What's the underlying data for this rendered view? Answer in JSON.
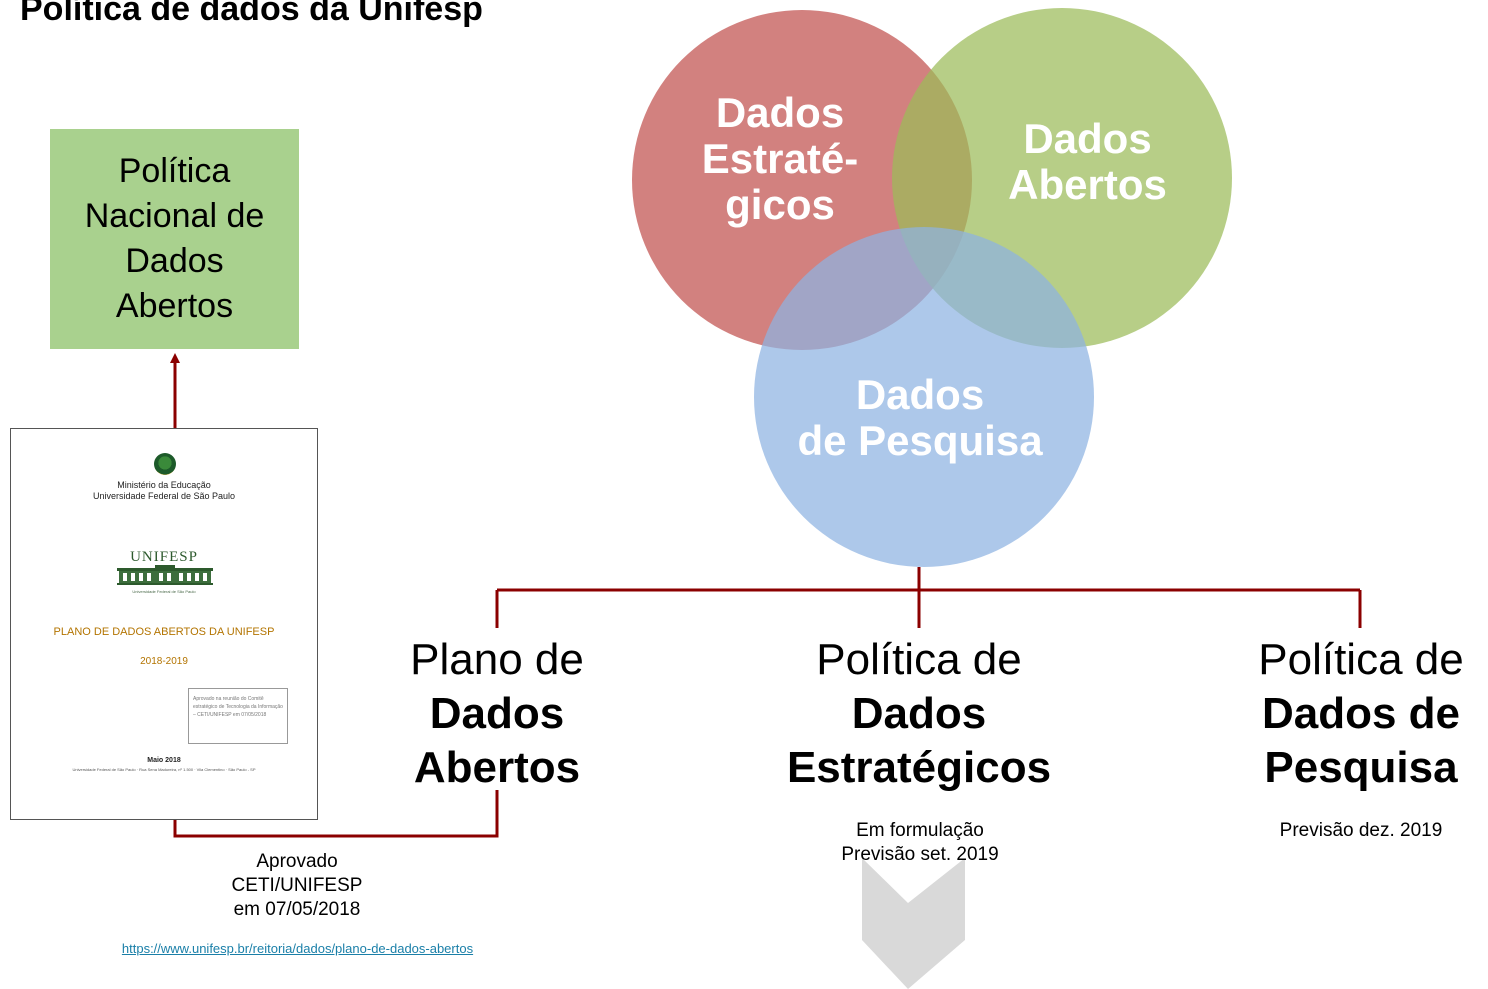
{
  "title": "Política de dados da Unifesp",
  "pnda_box": {
    "lines": [
      "Política",
      "Nacional de",
      "Dados",
      "Abertos"
    ]
  },
  "document": {
    "ministry_line1": "Ministério da Educação",
    "ministry_line2": "Universidade Federal de São Paulo",
    "logo_word": "UNIFESP",
    "logo_sub": "Universidade Federal de São Paulo",
    "plan_title": "PLANO DE DADOS ABERTOS DA UNIFESP",
    "years": "2018-2019",
    "approval_text": "Aprovado na reunião do Comitê estratégico de Tecnologia da Informação – CETI/UNIFESP em 07/05/2018",
    "month": "Maio 2018",
    "address": "Universidade Federal de São Paulo · Rua Sena Madureira, nº 1.500 · Vila Clementino · São Paulo - SP"
  },
  "venn": {
    "strategic": {
      "lines": [
        "Dados",
        "Estraté-",
        "gicos"
      ],
      "color": "#c0504d"
    },
    "open": {
      "lines": [
        "Dados",
        "Abertos"
      ],
      "color": "#9bbb59"
    },
    "research": {
      "lines": [
        "Dados",
        "de Pesquisa"
      ],
      "color": "#8db3e2"
    }
  },
  "branches": [
    {
      "pre": "Plano de",
      "bold1": "Dados",
      "bold2": "Abertos",
      "note1": "",
      "note2": ""
    },
    {
      "pre": "Política de",
      "bold1": "Dados",
      "bold2": "Estratégicos",
      "note1": "Em formulação",
      "note2": "Previsão set. 2019"
    },
    {
      "pre": "Política de",
      "bold1": "Dados de",
      "bold2": "Pesquisa",
      "note1": "Previsão dez. 2019",
      "note2": ""
    }
  ],
  "approval": {
    "line1": "Aprovado",
    "line2": "CETI/UNIFESP",
    "line3": "em 07/05/2018",
    "url": "https://www.unifesp.br/reitoria/dados/plano-de-dados-abertos"
  },
  "colors": {
    "connector": "#8b0000",
    "pnda_fill": "#a9d18e",
    "chevron": "#d9d9d9"
  }
}
